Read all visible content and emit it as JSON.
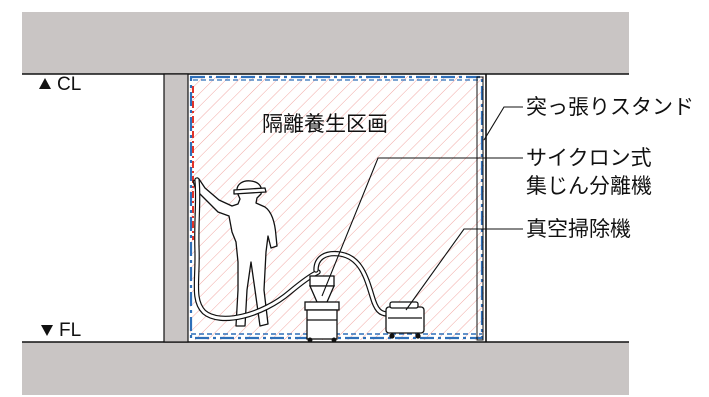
{
  "labels": {
    "cl": "CL",
    "fl": "FL",
    "enclosure": "隔離養生区画",
    "stand": "突っ張りスタンド",
    "cyclone_line1": "サイクロン式",
    "cyclone_line2": "集じん分離機",
    "vacuum": "真空掃除機"
  },
  "colors": {
    "slab": "#c9c5c4",
    "line": "#111111",
    "hatch": "#f2a8a4",
    "blue_dash": "#2f6fb8",
    "red_dash": "#e0332b",
    "equipment_fill": "#ffffff"
  }
}
